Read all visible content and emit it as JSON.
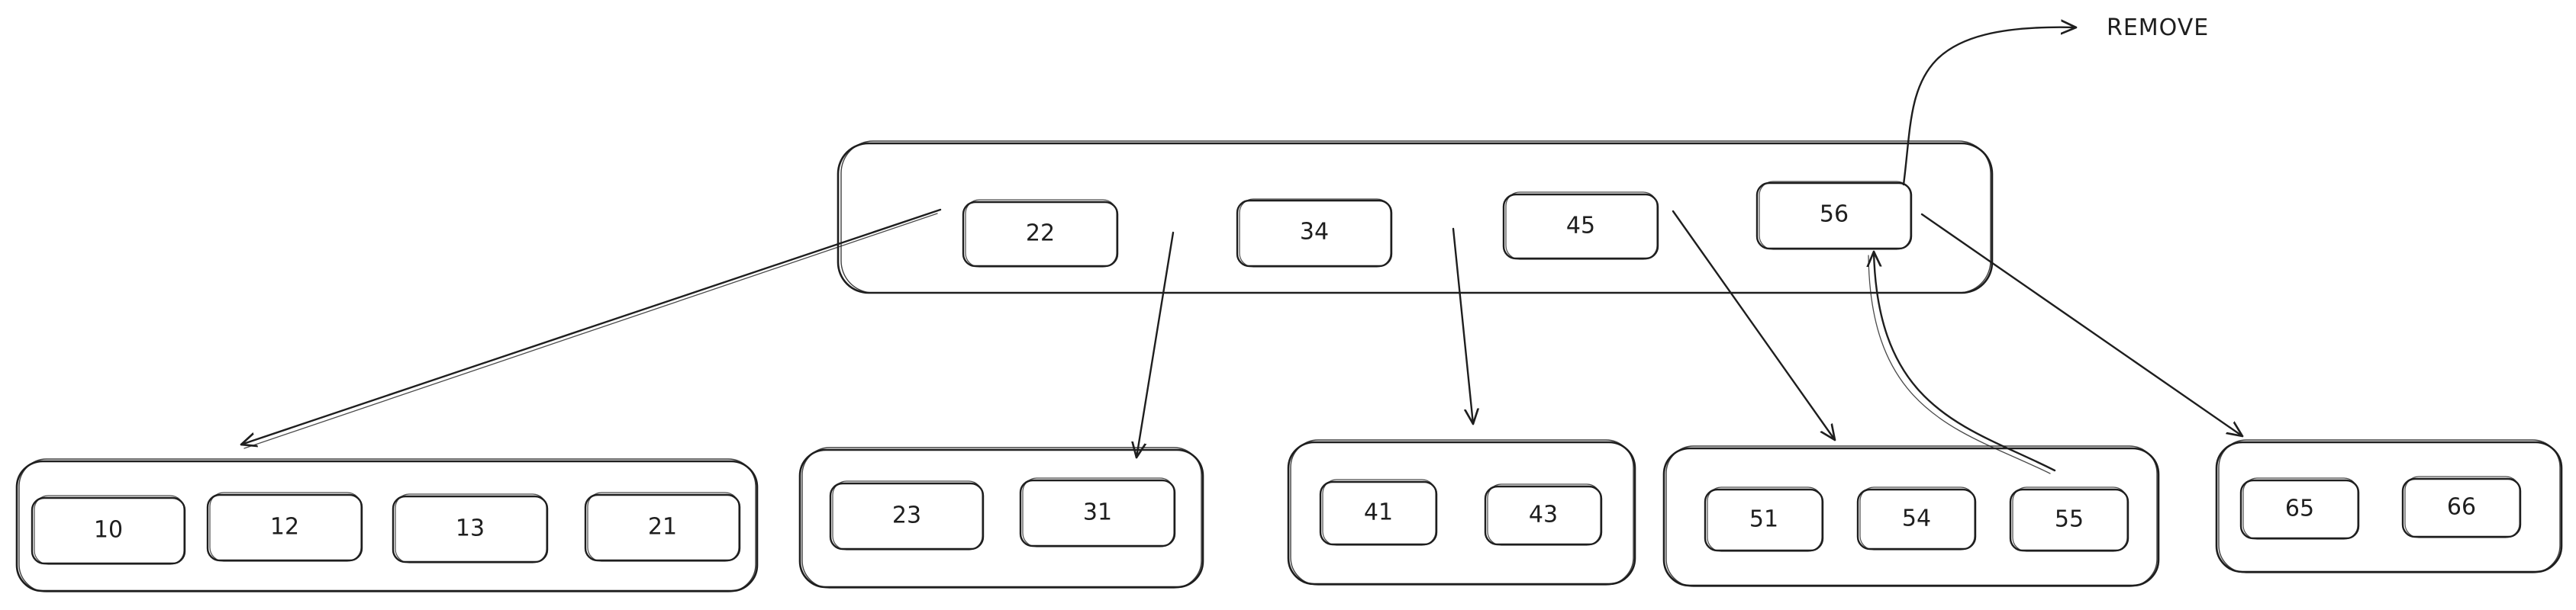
{
  "root": {
    "keys": [
      "22",
      "34",
      "45",
      "56"
    ]
  },
  "children": [
    {
      "keys": [
        "10",
        "12",
        "13",
        "21"
      ]
    },
    {
      "keys": [
        "23",
        "31"
      ]
    },
    {
      "keys": [
        "41",
        "43"
      ]
    },
    {
      "keys": [
        "51",
        "54",
        "55"
      ]
    },
    {
      "keys": [
        "65",
        "66"
      ]
    }
  ],
  "annotation": {
    "label": "REMOVE"
  },
  "colors": {
    "stroke": "#1e1e1e",
    "background": "#ffffff"
  }
}
